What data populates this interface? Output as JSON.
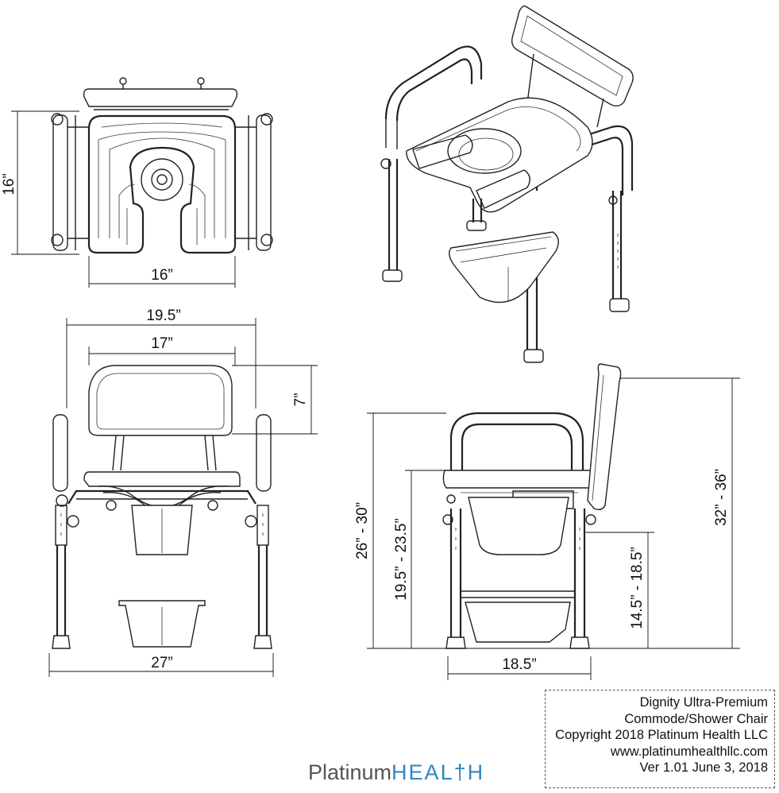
{
  "dimensions": {
    "top_depth": "16”",
    "top_width": "16”",
    "overall_width_top": "19.5”",
    "back_width": "17”",
    "back_height": "7”",
    "base_width": "27”",
    "arm_height": "26” - 30”",
    "seat_height": "19.5” - 23.5”",
    "bucket_height": "14.5” - 18.5”",
    "overall_height": "32” - 36”",
    "side_depth": "18.5”"
  },
  "info": {
    "line1": "Dignity Ultra-Premium",
    "line2": "Commode/Shower Chair",
    "line3": "Copyright 2018 Platinum Health LLC",
    "line4": "www.platinumhealthllc.com",
    "line5": "Ver 1.01 June 3, 2018"
  },
  "logo": {
    "part1": "Platinum",
    "part2": "HEAL†H",
    "accent_color": "#2e86c1"
  }
}
